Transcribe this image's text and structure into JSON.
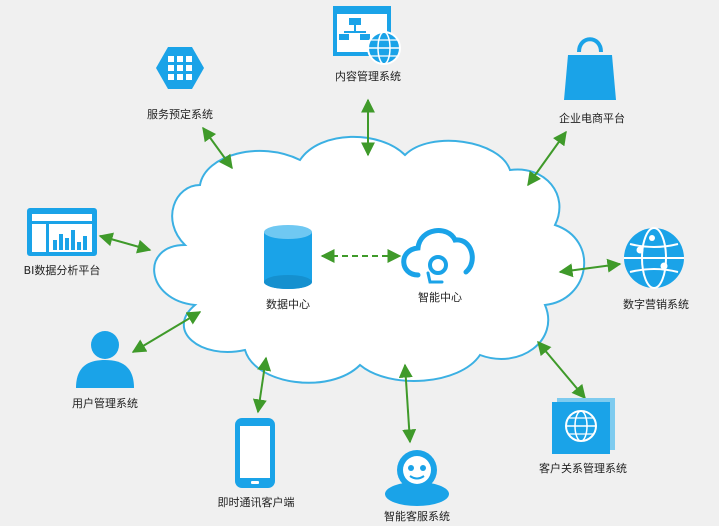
{
  "center": {
    "data_center": "数据中心",
    "smart_center": "智能中心"
  },
  "nodes": {
    "content_mgmt": "内容管理系统",
    "service_booking": "服务预定系统",
    "ecommerce": "企业电商平台",
    "bi_analysis": "BI数据分析平台",
    "digital_marketing": "数字营销系统",
    "user_mgmt": "用户管理系统",
    "instant_messaging": "即时通讯客户端",
    "smart_service": "智能客服系统",
    "crm": "客户关系管理系统"
  },
  "colors": {
    "icon_blue": "#1aa3e8",
    "cloud_stroke": "#3bb0e3",
    "arrow_green": "#3f9a2a",
    "background": "#f0f0f0"
  },
  "icons": {
    "content_mgmt": "flowchart-globe-icon",
    "service_booking": "hexagon-grid-icon",
    "ecommerce": "shopping-bag-icon",
    "bi_analysis": "dashboard-chart-icon",
    "digital_marketing": "network-globe-icon",
    "user_mgmt": "user-icon",
    "instant_messaging": "smartphone-icon",
    "smart_service": "robot-agent-icon",
    "crm": "globe-document-icon",
    "data_center": "database-cylinder-icon",
    "smart_center": "cloud-headset-icon"
  }
}
